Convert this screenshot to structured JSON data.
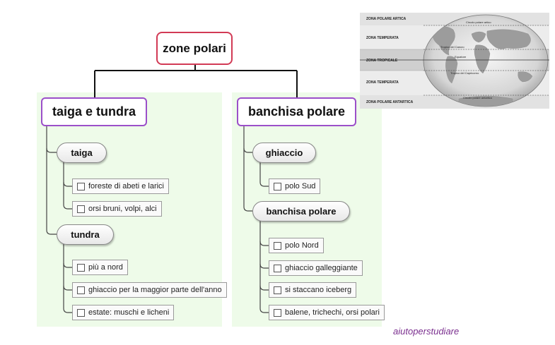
{
  "root": {
    "label": "zone polari"
  },
  "branches": [
    {
      "label": "taiga e tundra",
      "groups": [
        {
          "label": "taiga",
          "items": [
            "foreste di abeti e larici",
            "orsi bruni, volpi, alci"
          ]
        },
        {
          "label": "tundra",
          "items": [
            "più a nord",
            "ghiaccio per la maggior parte dell'anno",
            "estate: muschi e licheni"
          ]
        }
      ]
    },
    {
      "label": "banchisa polare",
      "groups": [
        {
          "label": "ghiaccio",
          "items": [
            "polo Sud"
          ]
        },
        {
          "label": "banchisa polare",
          "items": [
            "polo Nord",
            "ghiaccio galleggiante",
            "si staccano iceberg",
            "balene, trichechi, orsi polari"
          ]
        }
      ]
    }
  ],
  "globe": {
    "zones": [
      "ZONA POLARE ARTICA",
      "ZONA TEMPERATA",
      "ZONA TROPICALE",
      "ZONA TEMPERATA",
      "ZONA POLARE ANTARTICA"
    ],
    "lines": [
      "Circolo polare artico",
      "Tropico del Cancro",
      "Equatore",
      "Tropico del Capricorno",
      "Circolo polare antartico"
    ]
  },
  "credit": "aiutoperstudiare",
  "colors": {
    "root_border": "#d23a55",
    "branch_border": "#9b4fc9",
    "panel_bg": "#eefbe9",
    "credit": "#7a2e8e"
  }
}
